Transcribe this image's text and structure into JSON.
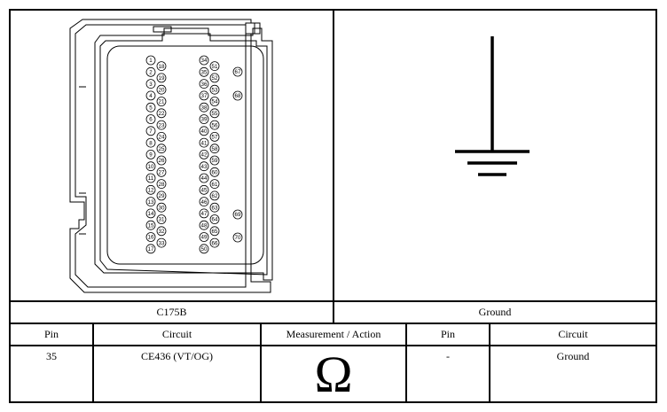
{
  "connector": {
    "name": "C175B",
    "pins_left_a": [
      "1",
      "2",
      "3",
      "4",
      "5",
      "6",
      "7",
      "8",
      "9",
      "10",
      "11",
      "12",
      "13",
      "14",
      "15",
      "16",
      "17"
    ],
    "pins_left_b": [
      "18",
      "19",
      "20",
      "21",
      "22",
      "23",
      "24",
      "25",
      "26",
      "27",
      "28",
      "29",
      "30",
      "31",
      "32",
      "33"
    ],
    "pins_mid_a": [
      "34",
      "35",
      "36",
      "37",
      "38",
      "39",
      "40",
      "41",
      "42",
      "43",
      "44",
      "45",
      "46",
      "47",
      "48",
      "49",
      "50"
    ],
    "pins_mid_b": [
      "51",
      "52",
      "53",
      "54",
      "55",
      "56",
      "57",
      "58",
      "59",
      "60",
      "61",
      "62",
      "63",
      "64",
      "65",
      "66"
    ],
    "pins_right": [
      "67",
      "68",
      "69",
      "70"
    ]
  },
  "ground": {
    "name": "Ground"
  },
  "table": {
    "headers": [
      "Pin",
      "Circuit",
      "Measurement / Action",
      "Pin",
      "Circuit"
    ],
    "row": {
      "pin_a": "35",
      "circuit_a": "CE436 (VT/OG)",
      "measurement_symbol": "Ω",
      "pin_b": "-",
      "circuit_b": "Ground"
    }
  }
}
